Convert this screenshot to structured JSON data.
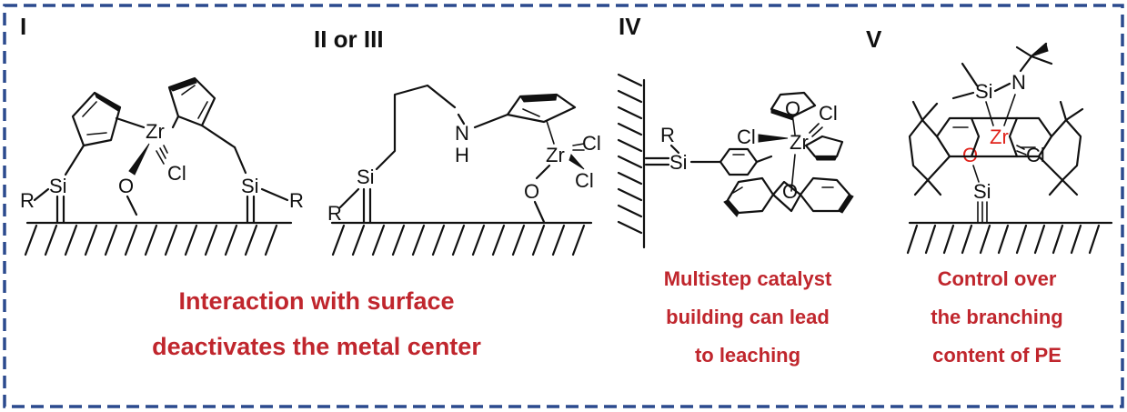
{
  "panels": [
    {
      "label": "I"
    },
    {
      "label": "II or III"
    },
    {
      "label": "IV"
    },
    {
      "label": "V"
    }
  ],
  "atoms": {
    "zr": "Zr",
    "cl": "Cl",
    "si": "Si",
    "r": "R",
    "o": "O",
    "n": "N",
    "nh_n": "N",
    "nh_h": "H"
  },
  "captions": {
    "panel_1_2": [
      "Interaction with surface",
      "deactivates the metal center"
    ],
    "panel_4": [
      "Multistep catalyst",
      "building can lead",
      "to leaching"
    ],
    "panel_5": [
      "Control over",
      "the branching",
      "content of PE"
    ]
  },
  "colors": {
    "frame": "#2b4a8e",
    "caption": "#c0262d",
    "highlight_atom": "#e0231b"
  }
}
